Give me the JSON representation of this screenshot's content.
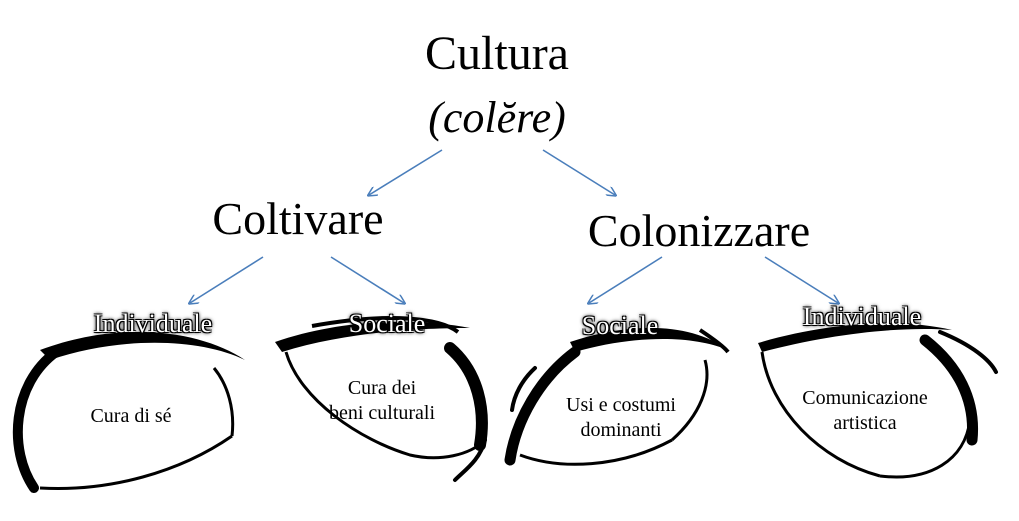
{
  "title": "Cultura",
  "subtitle": "(colĕre)",
  "branches": [
    {
      "label": "Coltivare"
    },
    {
      "label": "Colonizzare"
    }
  ],
  "categories": [
    {
      "label": "Individuale",
      "lines": [
        "Cura di sé"
      ]
    },
    {
      "label": "Sociale",
      "lines": [
        "Cura dei",
        "beni culturali"
      ]
    },
    {
      "label": "Sociale",
      "lines": [
        "Usi e costumi",
        "dominanti"
      ]
    },
    {
      "label": "Individuale",
      "lines": [
        "Comunicazione",
        "artistica"
      ]
    }
  ],
  "colors": {
    "arrow": "#4a7ebb",
    "text": "#000000",
    "eye": "#000000"
  },
  "icons": [
    "eye-icon"
  ]
}
